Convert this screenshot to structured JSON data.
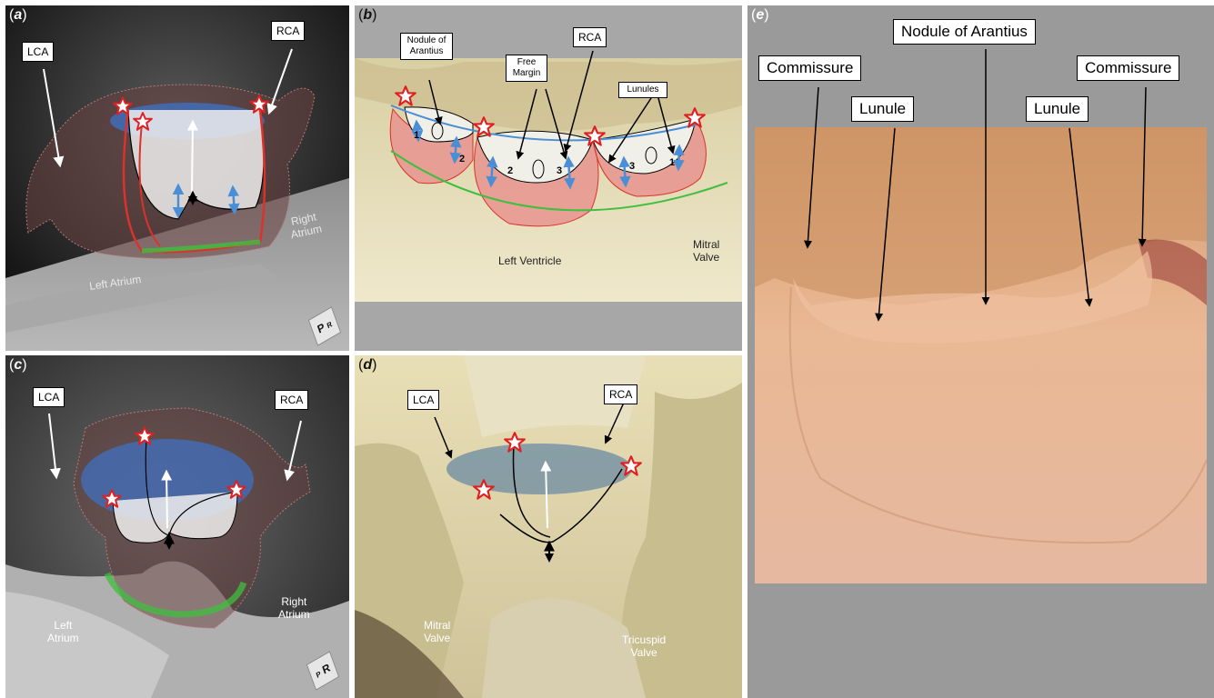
{
  "panels": {
    "a": {
      "label": "a",
      "callouts": {
        "lca": "LCA",
        "rca": "RCA"
      },
      "anatomy": {
        "right_atrium": "Right\nAtrium",
        "left_atrium": "Left Atrium"
      },
      "orientation": {
        "p": "P",
        "r": "R"
      }
    },
    "b": {
      "label": "b",
      "callouts": {
        "nodule": "Nodule of Arantius",
        "free_margin": "Free Margin",
        "rca": "RCA",
        "lunules": "Lunules"
      },
      "anatomy": {
        "left_ventricle": "Left Ventricle",
        "mitral_valve": "Mitral\nValve"
      },
      "numbers": [
        "1",
        "2",
        "2",
        "3",
        "3",
        "1"
      ]
    },
    "c": {
      "label": "c",
      "callouts": {
        "lca": "LCA",
        "rca": "RCA"
      },
      "anatomy": {
        "left_atrium": "Left\nAtrium",
        "right_atrium": "Right\nAtrium"
      },
      "orientation": {
        "p": "P",
        "r": "R"
      }
    },
    "d": {
      "label": "d",
      "callouts": {
        "lca": "LCA",
        "rca": "RCA"
      },
      "anatomy": {
        "mitral_valve": "Mitral\nValve",
        "tricuspid_valve": "Tricuspid\nValve"
      }
    },
    "e": {
      "label": "e",
      "callouts": {
        "nodule": "Nodule of Arantius",
        "commissure_left": "Commissure",
        "commissure_right": "Commissure",
        "lunule_left": "Lunule",
        "lunule_right": "Lunule"
      }
    }
  },
  "colors": {
    "annulus_ellipse": "#3f6fbf",
    "cusp_fill": "#e88a8a",
    "cusp_outline": "#d9332b",
    "star_outline": "#e02020",
    "blue_arrow": "#4a8fd6",
    "green_line": "#3fbf3f",
    "panel_e_bg": "#9a9a9a",
    "tissue": "#e8b89a"
  }
}
